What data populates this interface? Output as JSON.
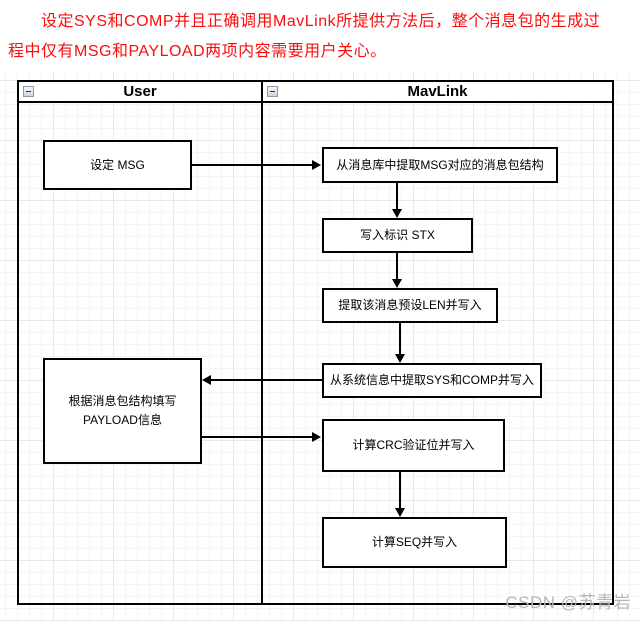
{
  "intro": {
    "line1": "设定SYS和COMP并且正确调用MavLink所提供方法后，整个消息包的生成过",
    "line2": "程中仅有MSG和PAYLOAD两项内容需要用户关心。"
  },
  "lanes": {
    "user": {
      "title": "User"
    },
    "mavlink": {
      "title": "MavLink"
    }
  },
  "nodes": {
    "set_msg": {
      "label": "设定 MSG"
    },
    "extract_struct": {
      "label": "从消息库中提取MSG对应的消息包结构"
    },
    "write_stx": {
      "label": "写入标识 STX"
    },
    "write_len": {
      "label": "提取该消息预设LEN并写入"
    },
    "write_sys_comp": {
      "label": "从系统信息中提取SYS和COMP并写入"
    },
    "fill_payload": {
      "line1": "根据消息包结构填写",
      "line2": "PAYLOAD信息"
    },
    "write_crc": {
      "label": "计算CRC验证位并写入"
    },
    "write_seq": {
      "label": "计算SEQ并写入"
    }
  },
  "watermark": {
    "text": "CSDN @苏青岩"
  },
  "colors": {
    "intro_red": "#fb0d0d",
    "line_black": "#000000",
    "watermark_gray": "#b6b6b6",
    "grid_minor": "#f4f4f4",
    "grid_major": "#e8e8e8"
  }
}
